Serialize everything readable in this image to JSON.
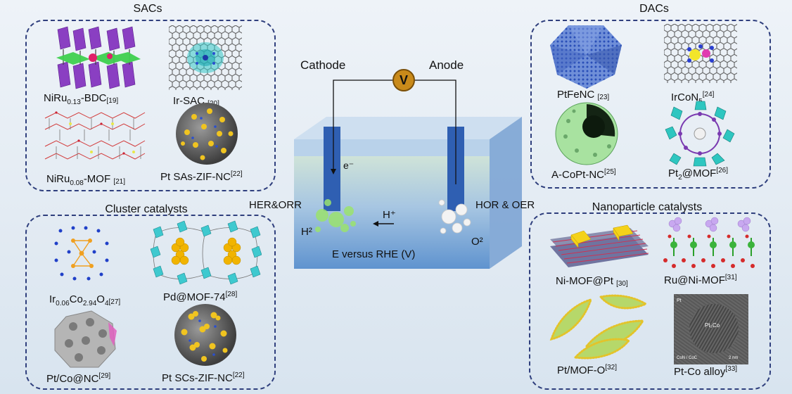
{
  "groups": {
    "sacs": {
      "title": "SACs",
      "items": [
        {
          "main": "NiRu",
          "sub": "0.13",
          "tail": "-BDC",
          "ref": "[19]"
        },
        {
          "main": "Ir-SAC",
          "ref": "[20]"
        },
        {
          "main": "NiRu",
          "sub": "0.08",
          "tail": "-MOF",
          "ref": "[21]"
        },
        {
          "main": "Pt SAs-ZIF-NC",
          "ref": "[22]"
        }
      ]
    },
    "clusters": {
      "title": "Cluster catalysts",
      "items": [
        {
          "p1": "Ir",
          "s1": "0.06",
          "p2": "Co",
          "s2": "2.94",
          "p3": "O",
          "s3": "4",
          "ref": "[27]"
        },
        {
          "main": "Pd@MOF-74",
          "ref": "[28]"
        },
        {
          "main": "Pt/Co@NC",
          "ref": "[29]"
        },
        {
          "main": "Pt SCs-ZIF-NC",
          "ref": "[22]"
        }
      ]
    },
    "dacs": {
      "title": "DACs",
      "items": [
        {
          "main": "PtFeNC",
          "ref": "[23]"
        },
        {
          "main": "IrCoN",
          "sub": "5",
          "ref": "[24]"
        },
        {
          "main": "A-CoPt-NC",
          "ref": "[25]"
        },
        {
          "main": "Pt",
          "sub": "2",
          "tail": "@MOF",
          "ref": "[26]"
        }
      ]
    },
    "nano": {
      "title": "Nanoparticle catalysts",
      "items": [
        {
          "main": "Ni-MOF@Pt",
          "ref": "[30]"
        },
        {
          "main": "Ru@Ni-MOF",
          "ref": "[31]"
        },
        {
          "main": "Pt/MOF-O",
          "ref": "[32]"
        },
        {
          "main": "Pt-Co alloy",
          "ref": "[33]"
        }
      ],
      "tem_labels": {
        "pt": "Pt",
        "ptco": "Pt₃Co",
        "con": "CoN / CoC",
        "scale": "2 nm"
      }
    }
  },
  "cell": {
    "cathode": "Cathode",
    "anode": "Anode",
    "meter": "V",
    "electron": "e⁻",
    "proton": "H⁺",
    "her_orr": "HER&ORR",
    "hor_oer": "HOR & OER",
    "h2": "H²",
    "o2": "O²",
    "axis": "E versus RHE (V)"
  }
}
